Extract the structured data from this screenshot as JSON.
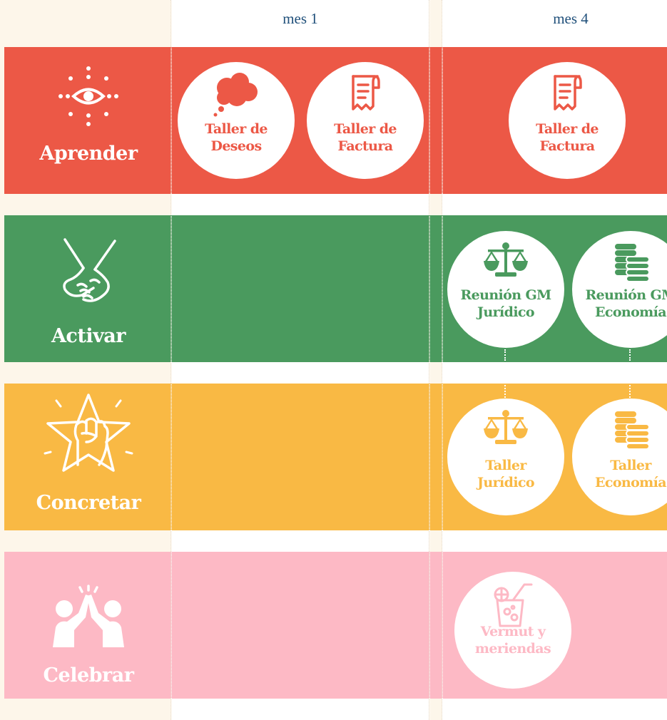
{
  "columns": [
    {
      "label": "mes 1"
    },
    {
      "label": "mes 4"
    }
  ],
  "colors": {
    "aprender": "#ec5846",
    "activar": "#4a9a5e",
    "concretar": "#f9b944",
    "celebrar": "#fdb9c5",
    "background": "#fdf6ea",
    "column": "#ffffff",
    "header_text": "#1f4f7a"
  },
  "rows": [
    {
      "label": "Aprender",
      "icon": "eye-icon"
    },
    {
      "label": "Activar",
      "icon": "holding-hands-icon"
    },
    {
      "label": "Concretar",
      "icon": "raised-fist-star-icon"
    },
    {
      "label": "Celebrar",
      "icon": "high-five-icon"
    }
  ],
  "activities": {
    "taller_deseos": {
      "label": "Taller de\nDeseos",
      "icon": "thought-cloud-icon"
    },
    "taller_factura_1": {
      "label": "Taller de\nFactura",
      "icon": "receipt-icon"
    },
    "taller_factura_4": {
      "label": "Taller de\nFactura",
      "icon": "receipt-icon"
    },
    "reunion_juridico": {
      "label": "Reunión GM\nJurídico",
      "icon": "scales-icon"
    },
    "reunion_economia": {
      "label": "Reunión GM\nEconomía",
      "icon": "coins-icon"
    },
    "taller_juridico": {
      "label": "Taller\nJurídico",
      "icon": "scales-icon"
    },
    "taller_economia": {
      "label": "Taller\nEconomía",
      "icon": "coins-icon"
    },
    "vermut": {
      "label": "Vermut y\nmeriendas",
      "icon": "drink-glass-icon"
    }
  }
}
